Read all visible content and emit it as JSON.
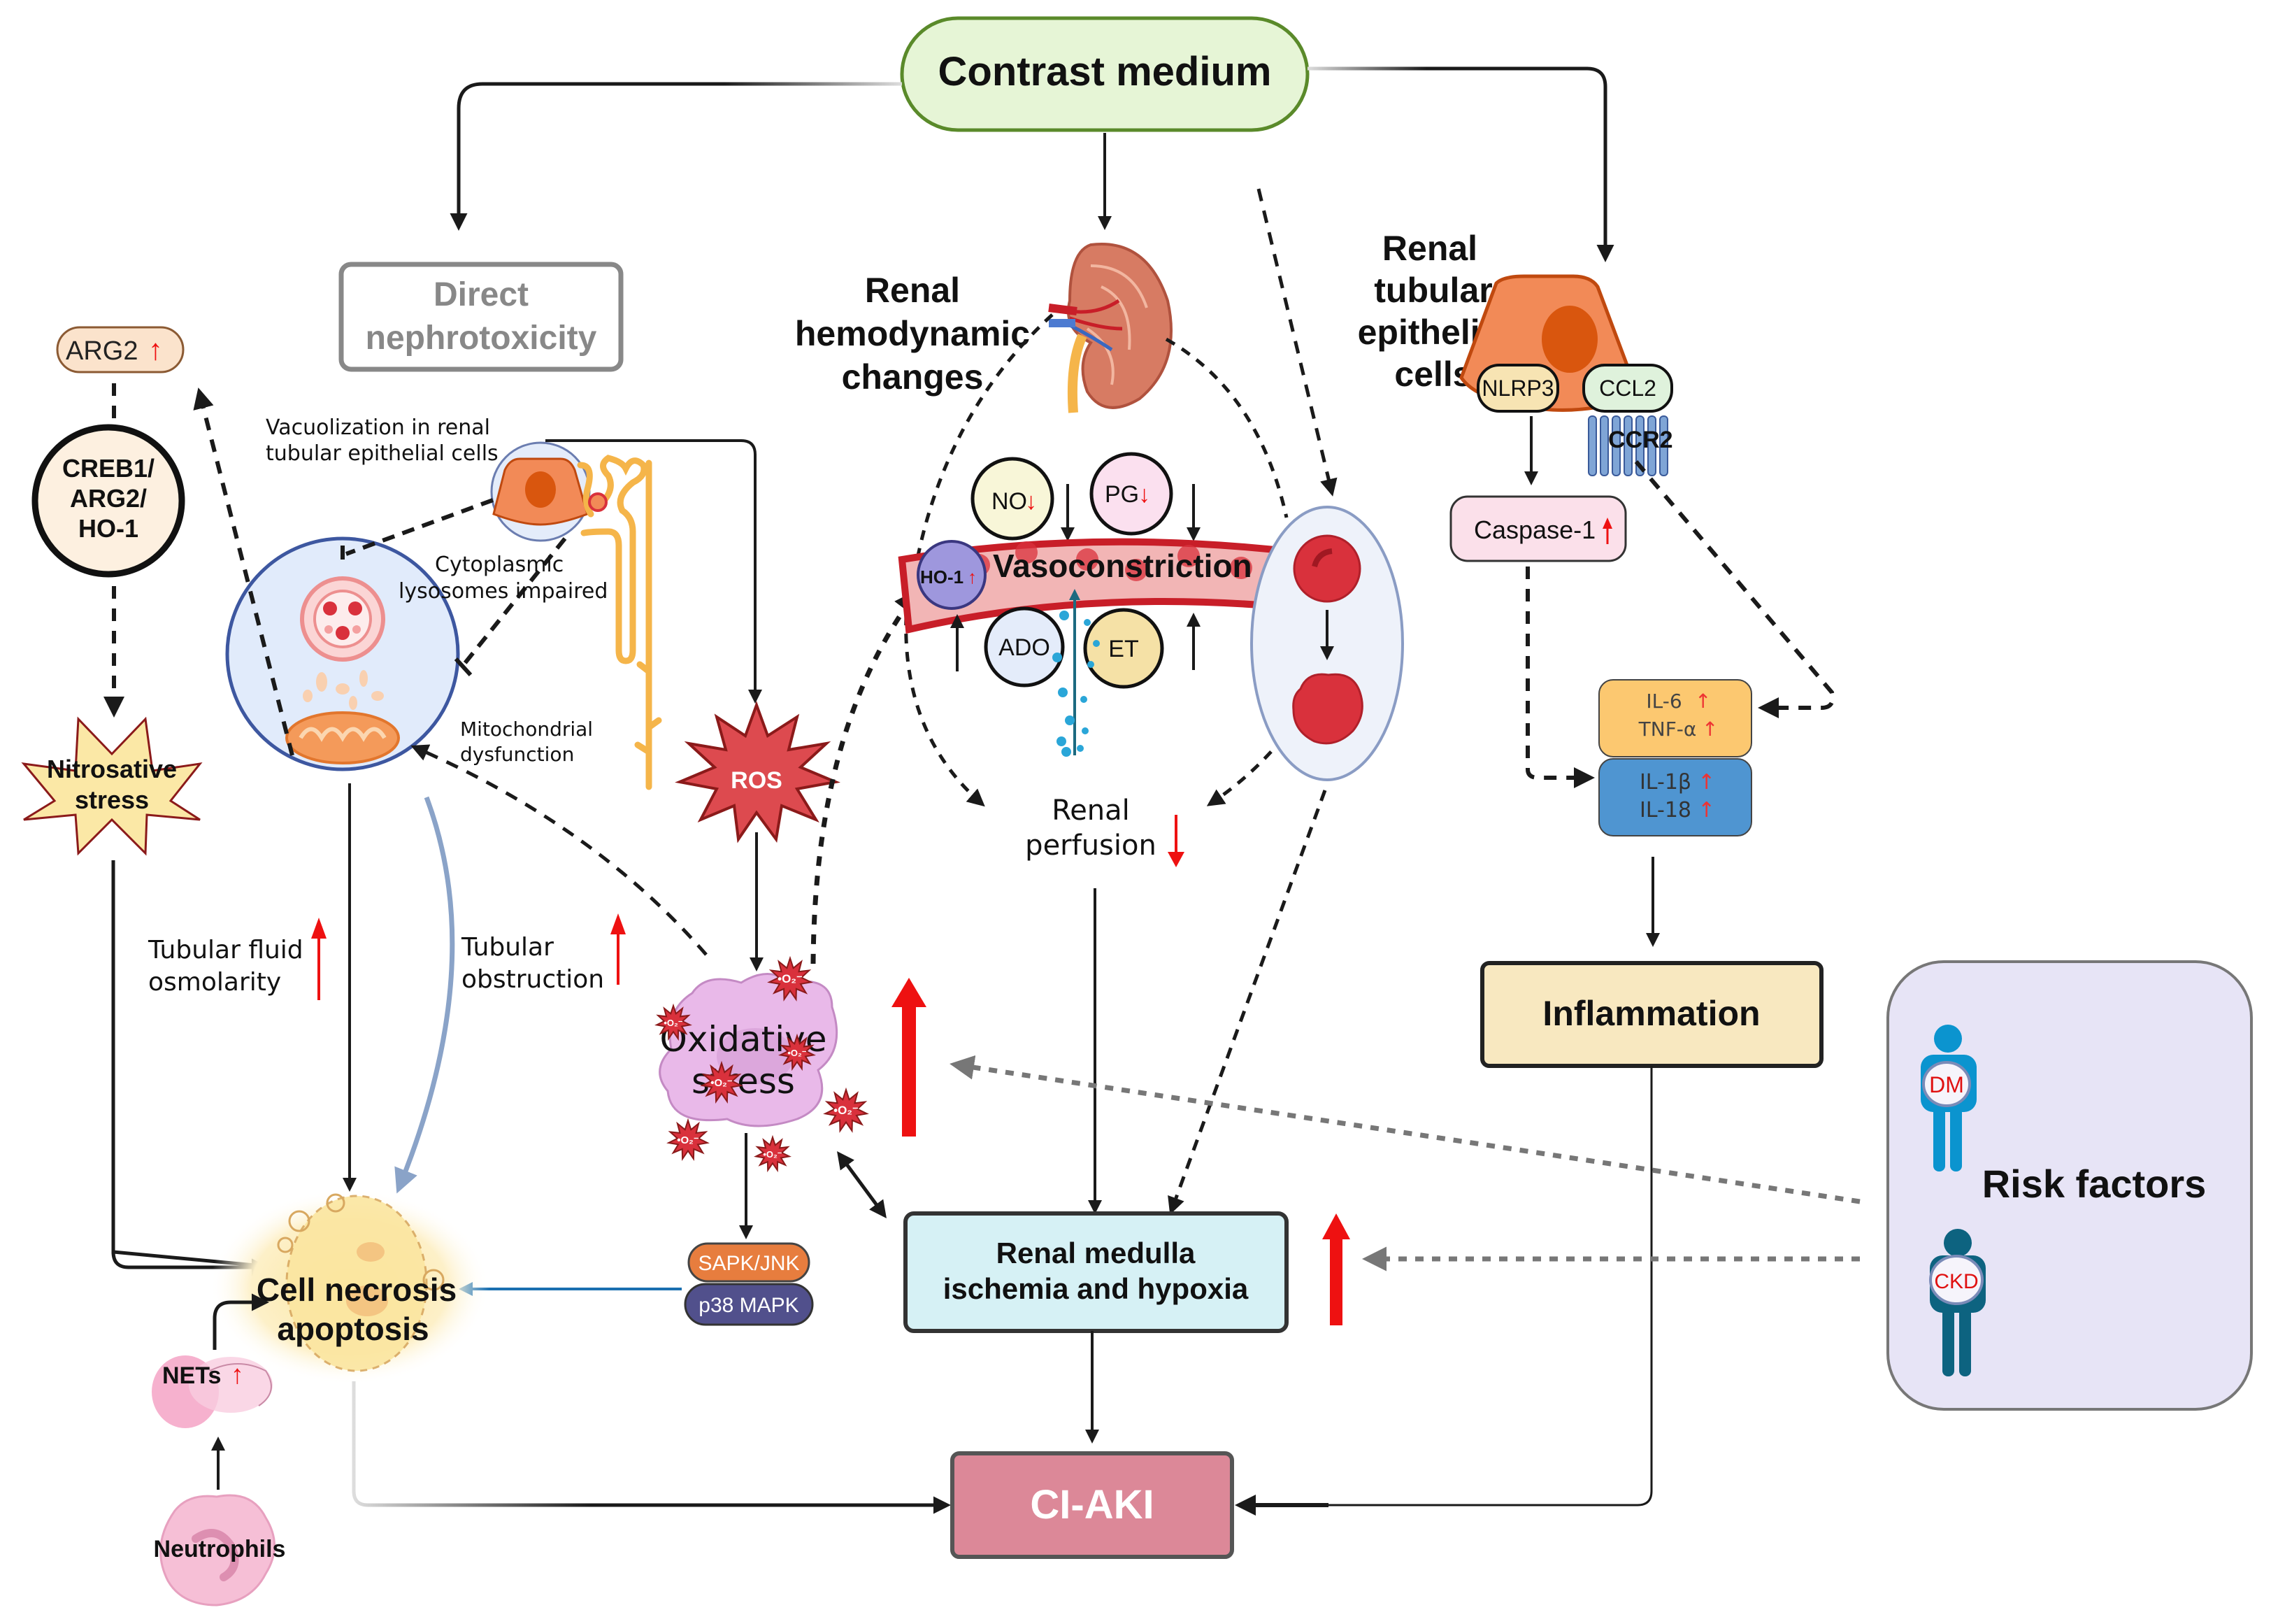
{
  "nodes": {
    "contrast_medium": "Contrast medium",
    "direct_nephrotoxicity": [
      "Direct",
      "nephrotoxicity"
    ],
    "renal_hemodynamic": [
      "Renal",
      "hemodynamic",
      "changes"
    ],
    "renal_tubular_cells": [
      "Renal",
      "tubular",
      "epithelial",
      "cells"
    ],
    "arg2": "ARG2",
    "creb1": [
      "CREB1/",
      "ARG2/",
      "HO-1"
    ],
    "nitrosative": [
      "Nitrosative",
      "stress"
    ],
    "vacuolization": [
      "Vacuolization in renal",
      "tubular epithelial cells"
    ],
    "cytoplasmic": [
      "Cytoplasmic",
      "lysosomes impaired"
    ],
    "mitochondrial": [
      "Mitochondrial",
      "dysfunction"
    ],
    "ros": "ROS",
    "tubular_fluid": [
      "Tubular fluid",
      "osmolarity"
    ],
    "tubular_obstruction": [
      "Tubular",
      "obstruction"
    ],
    "oxidative_stress": [
      "Oxidative",
      "stress"
    ],
    "superoxide": "•O₂⁻",
    "sapk": "SAPK/JNK",
    "p38": "p38 MAPK",
    "cell_necrosis": [
      "Cell necrosis",
      "apoptosis"
    ],
    "nets": "NETs",
    "neutrophils": "Neutrophils",
    "no": "NO",
    "pg": "PG",
    "ho1": "HO-1",
    "vasoconstriction": "Vasoconstriction",
    "ado": "ADO",
    "et": "ET",
    "renal_perfusion": [
      "Renal",
      "perfusion"
    ],
    "nlrp3": "NLRP3",
    "ccl2": "CCL2",
    "ccr2": "CCR2",
    "caspase1": "Caspase-1",
    "il6": "IL-6",
    "tnfa": "TNF-α",
    "il1b": "IL-1β",
    "il18": "IL-18",
    "inflammation": "Inflammation",
    "renal_medulla": [
      "Renal medulla",
      "ischemia and hypoxia"
    ],
    "ci_aki": "CI-AKI",
    "risk_factors": "Risk factors",
    "dm": "DM",
    "ckd": "CKD"
  },
  "indicators": {
    "up": "↑",
    "down": "↓"
  },
  "colors": {
    "contrast_fill": "#e6f5d6",
    "contrast_stroke": "#5a8a2a",
    "gray_box": "#888888",
    "arg2_fill": "#fbe3cc",
    "creb_fill": "#fdf0e0",
    "star_fill": "#fbe8a6",
    "star_stroke": "#8b1a1a",
    "ros_fill": "#dd4a4f",
    "ros_stroke": "#8b1a1a",
    "red_arrow": "#ee1111",
    "no_fill": "#f8f6d8",
    "pg_fill": "#fbe0ef",
    "ho1_fill": "#9e97dd",
    "ado_fill": "#e4ecfa",
    "et_fill": "#f5e1a6",
    "vessel": "#c81e28",
    "rbc": "#d9313c",
    "cell_orange": "#f28a57",
    "nucleus": "#d9560e",
    "nlrp3_fill": "#f7e4b3",
    "ccl2_fill": "#dff2dc",
    "ccr2": "#7fa5d6",
    "caspase_fill": "#fbe0ea",
    "il6_fill": "#fcc870",
    "il1b_fill": "#4f95d1",
    "inflammation_fill": "#f8e8c0",
    "medulla_fill": "#d6f1f5",
    "ciaki_fill": "#dc8898",
    "risk_fill": "#e7e4f6",
    "dm_person": "#0b94cf",
    "ckd_person": "#0d6380",
    "sapk_fill": "#e77d3e",
    "p38_fill": "#51508c",
    "oxidative_fill": "#e9b9e9",
    "blue_arrow": "#1a6fb0",
    "gray_arrow": "#777777"
  }
}
